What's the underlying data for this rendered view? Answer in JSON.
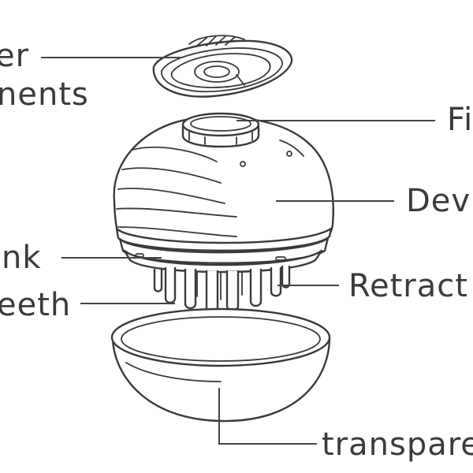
{
  "labels": {
    "filter_elements_1": "er",
    "filter_elements_2": "nents",
    "fill": "Fi",
    "device": "Dev",
    "ink": "nk",
    "teeth": "eeth",
    "retractable": "Retract",
    "transparent": "transpare"
  },
  "colors": {
    "line": "#3a3a3a",
    "text": "#3b3b3b",
    "background": "#ffffff"
  }
}
